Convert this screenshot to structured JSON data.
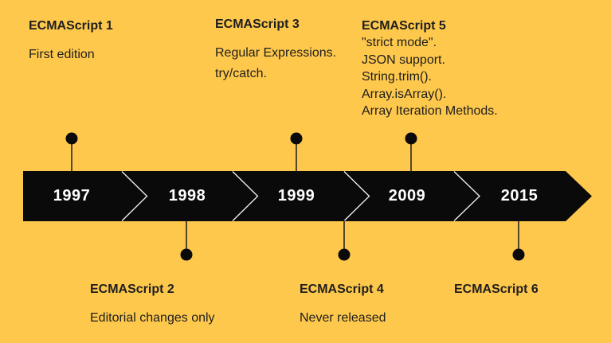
{
  "diagram": {
    "subject": "ECMAScript version history timeline",
    "colors": {
      "background": "#FEC84C",
      "band": "#0A0A0A",
      "text": "#1E1E1E",
      "year_text": "#FFFFFF",
      "chevron_line": "#F5F5F5",
      "connector": "#1C1C1C"
    },
    "timeline": {
      "years": [
        "1997",
        "1998",
        "1999",
        "2009",
        "2015"
      ]
    },
    "events": {
      "es1": {
        "title": "ECMAScript 1",
        "lines": [
          "First edition"
        ]
      },
      "es2": {
        "title": "ECMAScript 2",
        "lines": [
          "Editorial changes only"
        ]
      },
      "es3": {
        "title": "ECMAScript 3",
        "lines": [
          "Regular Expressions.",
          "try/catch."
        ]
      },
      "es4": {
        "title": "ECMAScript 4",
        "lines": [
          "Never released"
        ]
      },
      "es5": {
        "title": "ECMAScript 5",
        "lines": [
          "\"strict mode\".",
          "JSON support.",
          "String.trim().",
          "Array.isArray().",
          "Array Iteration Methods."
        ]
      },
      "es6": {
        "title": "ECMAScript 6",
        "lines": []
      }
    }
  }
}
